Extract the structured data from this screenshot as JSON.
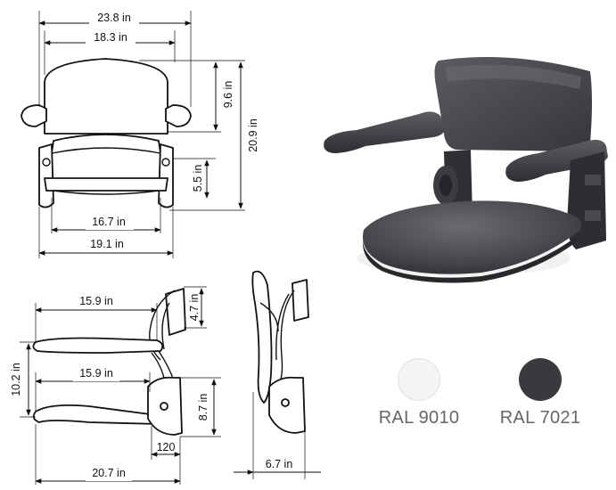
{
  "front_view": {
    "overall_width": "23.8 in",
    "seat_back_width": "18.3 in",
    "backrest_height": "9.6 in",
    "overall_height": "20.9 in",
    "armrest_height": "5.5 in",
    "seat_inner_width": "16.7 in",
    "seat_outer_width": "19.1 in"
  },
  "side_view_open": {
    "armrest_depth": "15.9 in",
    "mount_top_height": "4.7 in",
    "total_height": "10.2 in",
    "seat_depth": "15.9 in",
    "mount_bottom_height": "8.7 in",
    "bracket_offset": "120",
    "overall_depth": "20.7 in"
  },
  "side_view_folded": {
    "folded_depth": "6.7 in"
  },
  "colors": [
    {
      "label": "RAL 9010",
      "hex": "#f4f4f2"
    },
    {
      "label": "RAL 7021",
      "hex": "#3a3a3e"
    }
  ]
}
